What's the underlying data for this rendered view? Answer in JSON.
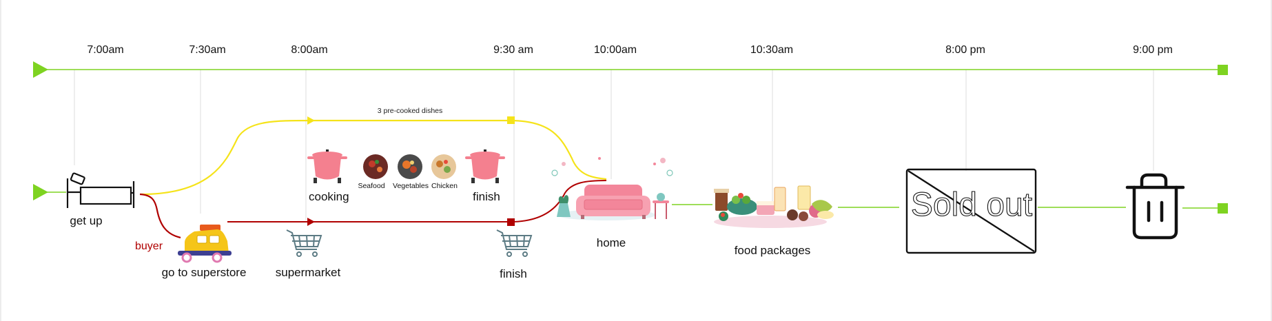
{
  "times": [
    "7:00am",
    "7:30am",
    "8:00am",
    "9:30 am",
    "10:00am",
    "10:30am",
    "8:00 pm",
    "9:00 pm"
  ],
  "labels": {
    "get_up": "get up",
    "go_to_superstore": "go to superstore",
    "buyer": "buyer",
    "supermarket": "supermarket",
    "cooking": "cooking",
    "cook_finish": "finish",
    "cart_finish": "finish",
    "home": "home",
    "food_packages": "food packages",
    "sold_out": "Sold out",
    "pre_cooked": "3 pre-cooked dishes"
  },
  "dishes": [
    "Seafood",
    "Vegetables",
    "Chicken"
  ],
  "colors": {
    "timeline": "#7ed321",
    "cooking_path": "#f5e31a",
    "buyer_path": "#b00000",
    "pot": "#f4808f",
    "car": "#f5c518",
    "cart": "#5c7b84",
    "sofa": "#f3869a",
    "gridline": "#dddddd"
  },
  "icons": [
    "bed-icon",
    "car-icon",
    "cart-icon",
    "pot-icon",
    "sofa-icon",
    "food-icon",
    "trash-icon"
  ]
}
